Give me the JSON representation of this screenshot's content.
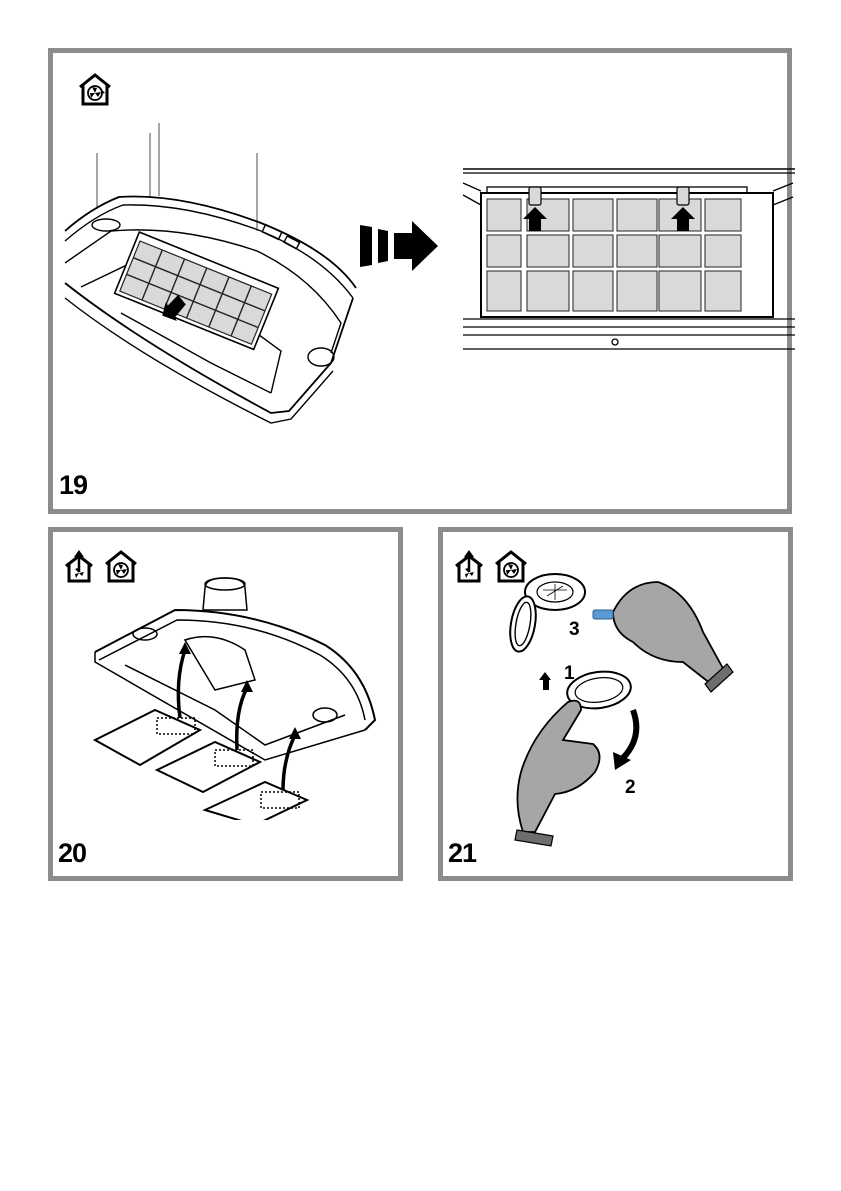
{
  "figures": [
    {
      "number": "19",
      "mode_icons": [
        "recirculation-mode-icon"
      ],
      "scenes": [
        "hood-underside-filter-removal",
        "carbon-filter-front-view-clips"
      ],
      "transition_icon": "dashed-arrow-right-icon"
    },
    {
      "number": "20",
      "mode_icons": [
        "extraction-mode-icon",
        "recirculation-mode-icon"
      ],
      "scenes": [
        "grease-filters-removal"
      ]
    },
    {
      "number": "21",
      "mode_icons": [
        "extraction-mode-icon",
        "recirculation-mode-icon"
      ],
      "scenes": [
        "lamp-replacement"
      ],
      "steps": [
        "1",
        "2",
        "3"
      ]
    }
  ],
  "colors": {
    "panel_border": "#8c8c8c",
    "filter_fill": "#d9d9d9",
    "glove_fill": "#a6a6a6",
    "glove_cuff": "#6e6e6e",
    "bulb_blue": "#5b9bd5"
  }
}
